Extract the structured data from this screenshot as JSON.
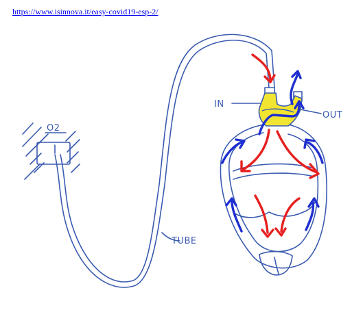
{
  "source_link": "https://www.isinnova.it/easy-covid19-esp-2/",
  "labels": {
    "o2": "O2",
    "in": "IN",
    "out": "OUT",
    "tube": "TUBE"
  },
  "colors": {
    "sketch": "#3a5bb0",
    "valve": "#f2e531",
    "airflow_in": "#e62020",
    "airflow_out": "#1f2fd0"
  }
}
